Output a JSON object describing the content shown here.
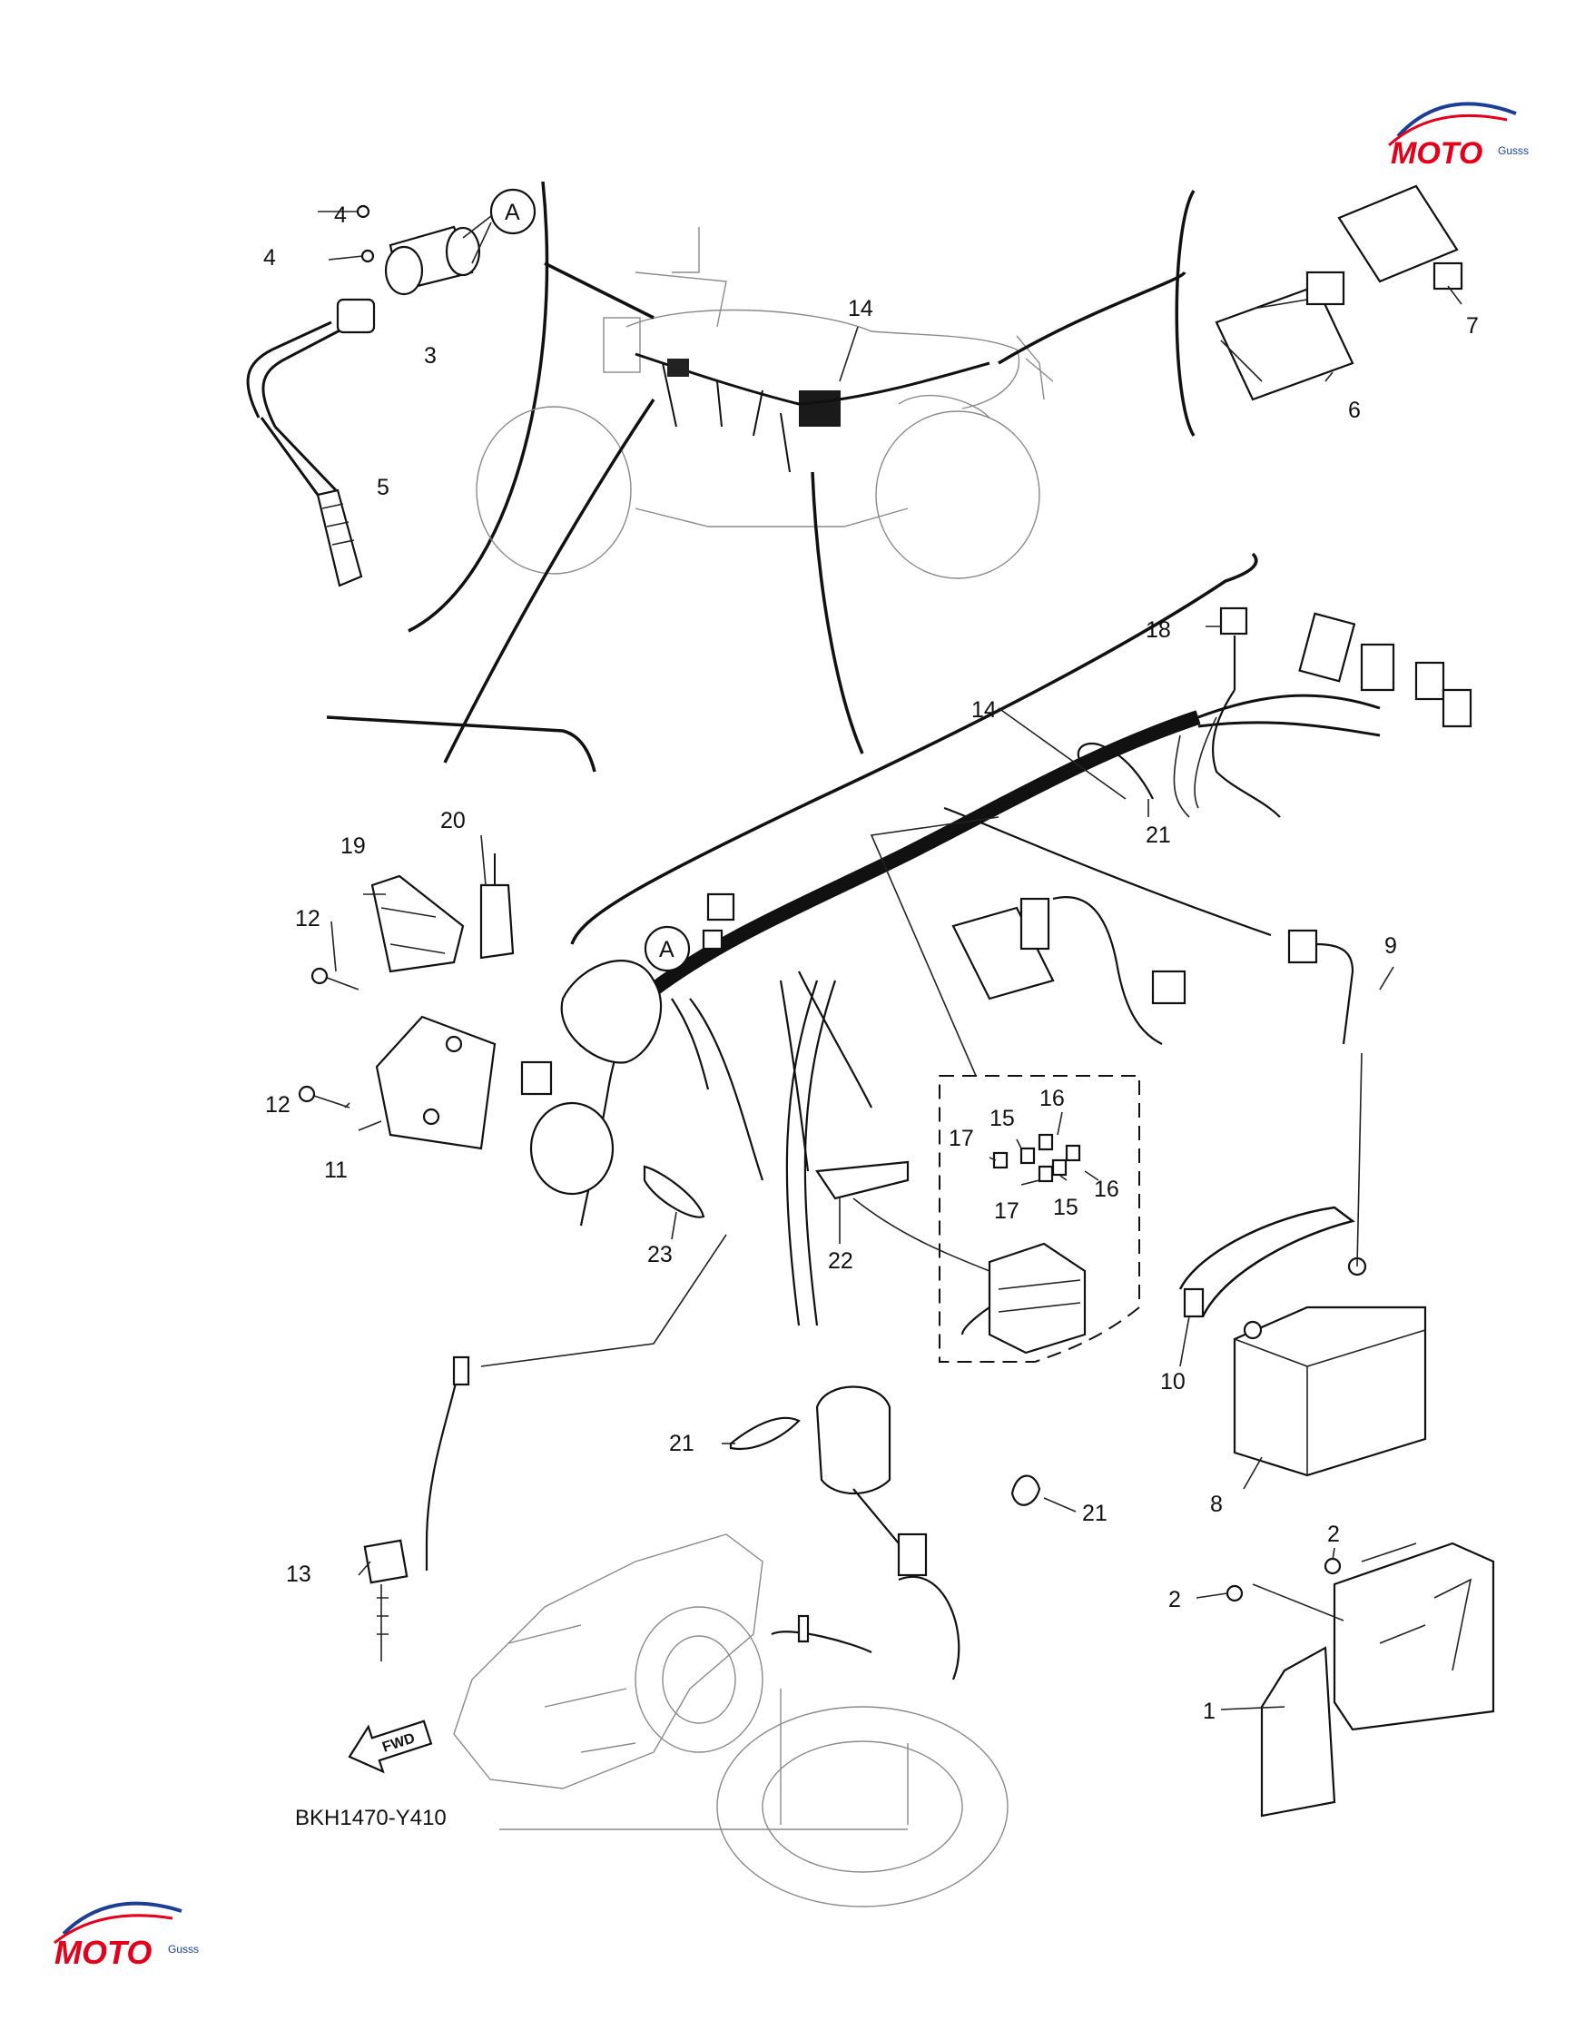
{
  "diagram": {
    "code": "BKH1470-Y410",
    "fwd_label": "FWD",
    "ref_marker": "A",
    "watermark": {
      "brand": "MOTO",
      "sub": "Gusss",
      "color": "#e2001a",
      "accent": "#1c3f94"
    },
    "callouts": [
      {
        "id": "c4a",
        "text": "4"
      },
      {
        "id": "c4b",
        "text": "4"
      },
      {
        "id": "c3",
        "text": "3"
      },
      {
        "id": "c5",
        "text": "5"
      },
      {
        "id": "c14a",
        "text": "14"
      },
      {
        "id": "c6",
        "text": "6"
      },
      {
        "id": "c7",
        "text": "7"
      },
      {
        "id": "c18",
        "text": "18"
      },
      {
        "id": "c14b",
        "text": "14"
      },
      {
        "id": "c21a",
        "text": "21"
      },
      {
        "id": "c20",
        "text": "20"
      },
      {
        "id": "c19",
        "text": "19"
      },
      {
        "id": "c12a",
        "text": "12"
      },
      {
        "id": "c12b",
        "text": "12"
      },
      {
        "id": "c11",
        "text": "11"
      },
      {
        "id": "c9",
        "text": "9"
      },
      {
        "id": "c16a",
        "text": "16"
      },
      {
        "id": "c15a",
        "text": "15"
      },
      {
        "id": "c17a",
        "text": "17"
      },
      {
        "id": "c16b",
        "text": "16"
      },
      {
        "id": "c17b",
        "text": "17"
      },
      {
        "id": "c15b",
        "text": "15"
      },
      {
        "id": "c23",
        "text": "23"
      },
      {
        "id": "c22",
        "text": "22"
      },
      {
        "id": "c10",
        "text": "10"
      },
      {
        "id": "c21b",
        "text": "21"
      },
      {
        "id": "c8",
        "text": "8"
      },
      {
        "id": "c21c",
        "text": "21"
      },
      {
        "id": "c13",
        "text": "13"
      },
      {
        "id": "c2a",
        "text": "2"
      },
      {
        "id": "c2b",
        "text": "2"
      },
      {
        "id": "c1",
        "text": "1"
      }
    ]
  }
}
